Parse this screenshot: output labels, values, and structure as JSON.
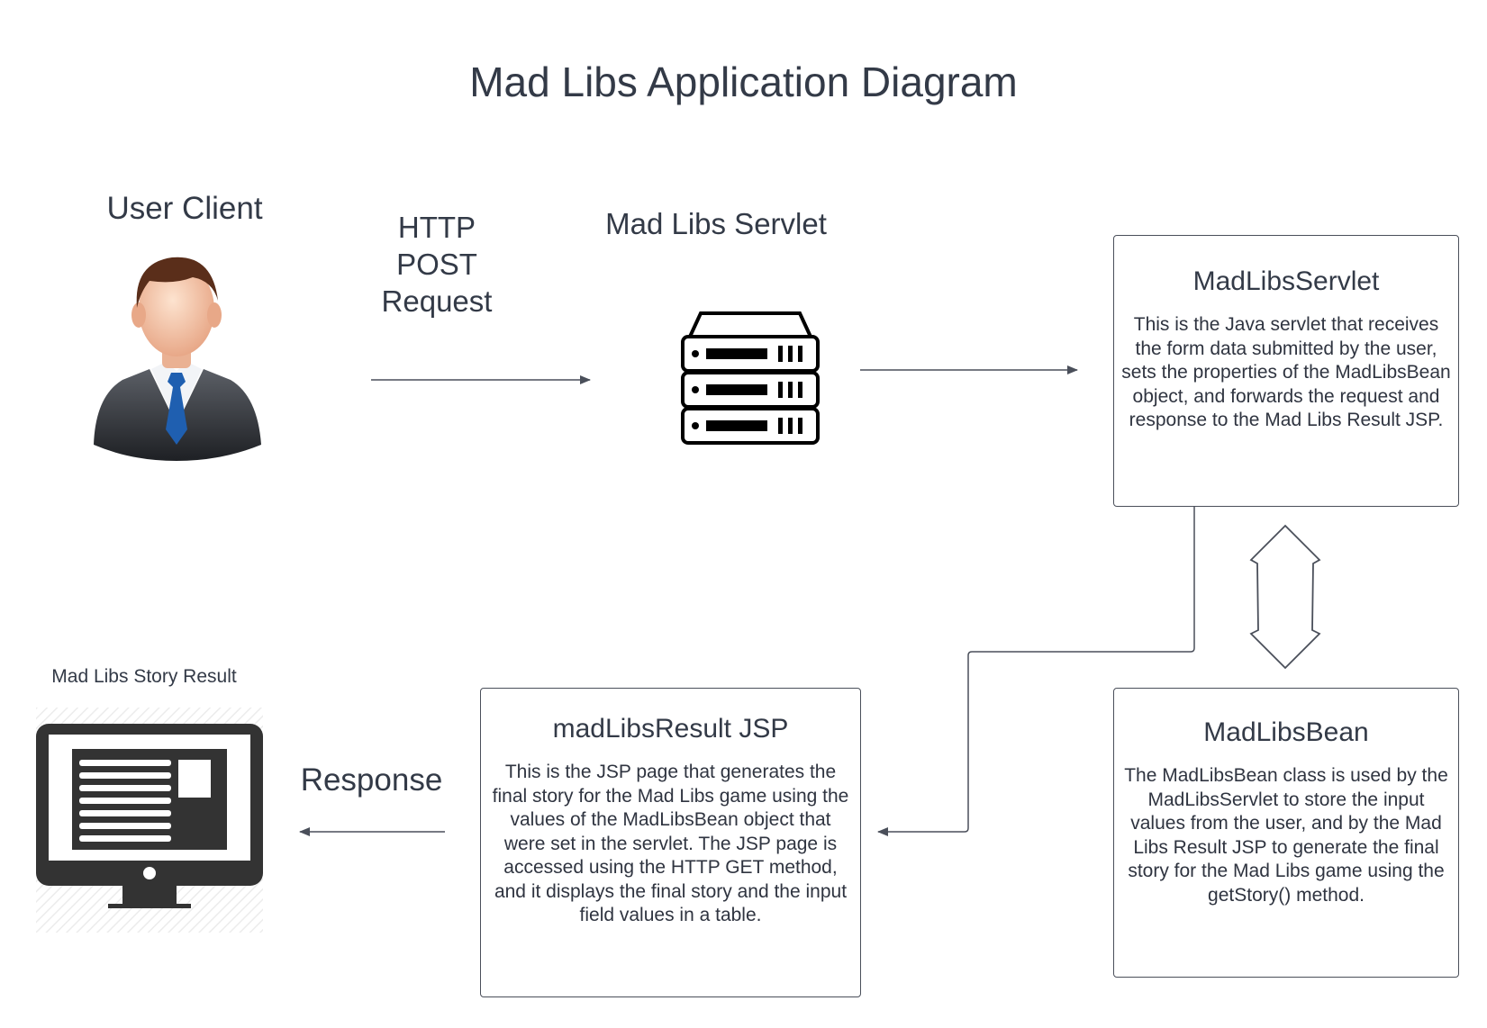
{
  "title": "Mad Libs Application Diagram",
  "user_client": {
    "label": "User Client",
    "icon": "businessman-icon"
  },
  "request": {
    "label_lines": [
      "HTTP",
      "POST",
      "Request"
    ]
  },
  "servlet_node": {
    "label": "Mad Libs Servlet",
    "icon": "server-icon"
  },
  "servlet_box": {
    "title": "MadLibsServlet",
    "text": "This is the Java servlet that receives the form data submitted by the user, sets the properties of the MadLibsBean object, and forwards the request and response to the Mad Libs Result JSP."
  },
  "bean_box": {
    "title": "MadLibsBean",
    "text": "The MadLibsBean class is used by the MadLibsServlet to store the input values from the user, and by the Mad Libs Result JSP to generate the final story for the Mad Libs game using the getStory() method."
  },
  "jsp_box": {
    "title": "madLibsResult JSP",
    "text": "This is the JSP page that generates the final story for the Mad Libs game using the values of the MadLibsBean object that were set in the servlet. The JSP page is accessed using the HTTP GET method, and it displays the final story and the input field values in a table."
  },
  "response": {
    "label": "Response"
  },
  "result_node": {
    "label": "Mad Libs Story Result",
    "icon": "monitor-document-icon"
  },
  "colors": {
    "line": "#4a4f5a",
    "text": "#333a47",
    "icon_dark": "#333333",
    "tie": "#1f5fb0"
  }
}
